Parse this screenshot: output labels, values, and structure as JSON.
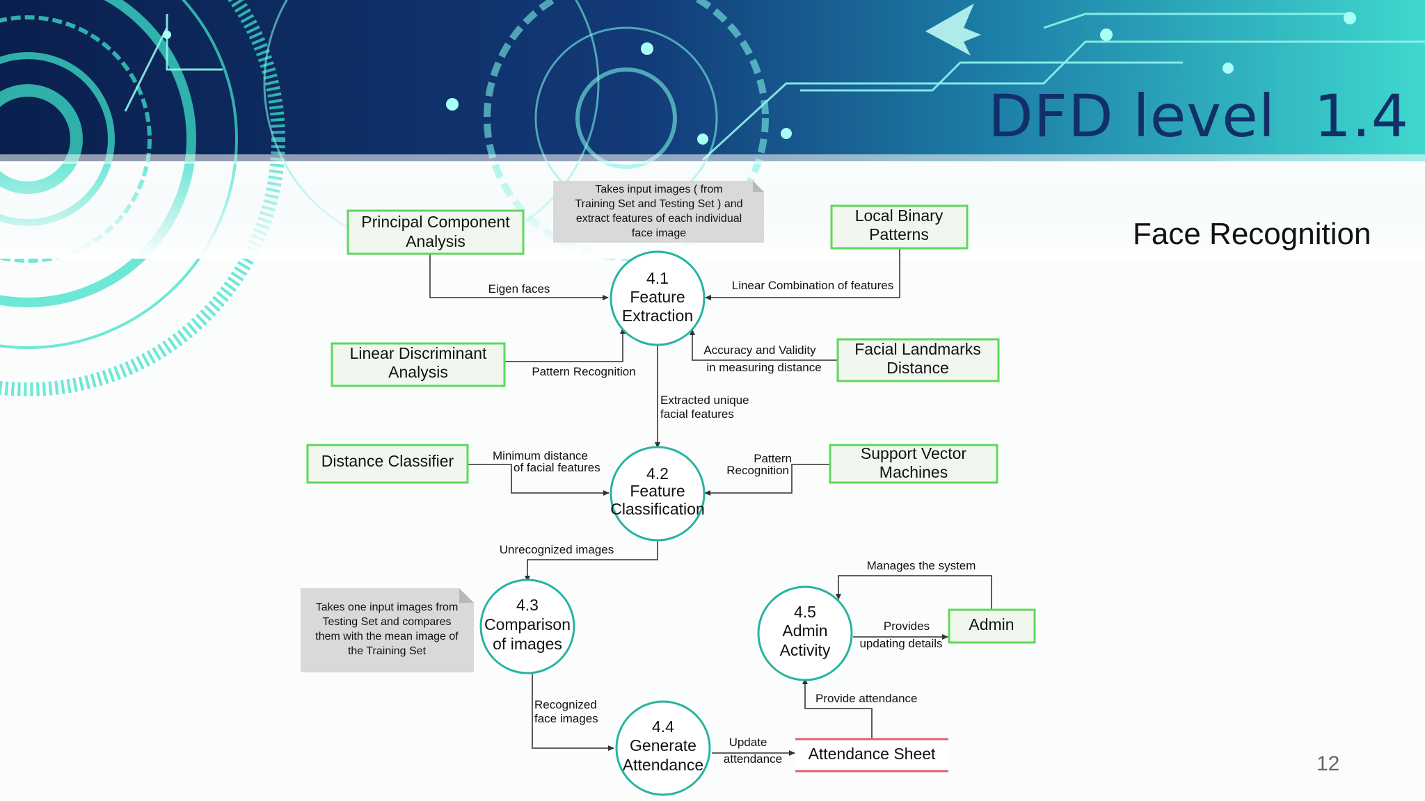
{
  "slide": {
    "title": "DFD level  1.4",
    "subtitle": "Face Recognition",
    "page_number": "12"
  },
  "colors": {
    "banner_dark": "#0e2a63",
    "banner_teal": "#37d1c6",
    "title_color": "#123068",
    "entity_border": "#5fd85a",
    "process_border": "#27b3a1",
    "store_border": "#e0607a"
  },
  "processes": [
    {
      "lines": [
        "4.1",
        "Feature",
        "Extraction"
      ]
    },
    {
      "lines": [
        "4.2",
        "Feature",
        "Classification"
      ]
    },
    {
      "lines": [
        "4.3",
        "Comparison",
        "of images"
      ]
    },
    {
      "lines": [
        "4.4",
        "Generate",
        "Attendance"
      ]
    },
    {
      "lines": [
        "4.5",
        "Admin",
        "Activity"
      ]
    }
  ],
  "entities": [
    {
      "lines": [
        "Principal Component",
        "Analysis"
      ]
    },
    {
      "lines": [
        "Local Binary",
        "Patterns"
      ]
    },
    {
      "lines": [
        "Linear Discriminant",
        "Analysis"
      ]
    },
    {
      "lines": [
        "Facial Landmarks",
        "Distance"
      ]
    },
    {
      "lines": [
        "Distance Classifier"
      ]
    },
    {
      "lines": [
        "Support Vector",
        "Machines"
      ]
    },
    {
      "lines": [
        "Admin"
      ]
    }
  ],
  "data_store": {
    "label": "Attendance Sheet"
  },
  "notes": [
    {
      "lines": [
        "Takes input images ( from",
        "Training Set and Testing Set ) and",
        "extract features of each individual",
        "face image"
      ]
    },
    {
      "lines": [
        "Takes  one input images from",
        "Testing Set and compares",
        "them with the mean image of",
        "the Training Set"
      ]
    }
  ],
  "flows": [
    {
      "lines": [
        "Eigen faces"
      ]
    },
    {
      "lines": [
        "Linear Combination of features"
      ]
    },
    {
      "lines": [
        "Pattern Recognition"
      ]
    },
    {
      "lines": [
        "Accuracy and Validity",
        "in measuring distance"
      ]
    },
    {
      "lines": [
        "Extracted unique",
        "facial features"
      ]
    },
    {
      "lines": [
        "Minimum distance",
        "of facial features"
      ]
    },
    {
      "lines": [
        "Pattern",
        "Recognition"
      ]
    },
    {
      "lines": [
        "Unrecognized  images"
      ]
    },
    {
      "lines": [
        "Recognized",
        "face images"
      ]
    },
    {
      "lines": [
        "Update",
        "attendance"
      ]
    },
    {
      "lines": [
        "Provide attendance"
      ]
    },
    {
      "lines": [
        "Manages the system"
      ]
    },
    {
      "lines": [
        "Provides",
        "updating details"
      ]
    }
  ]
}
